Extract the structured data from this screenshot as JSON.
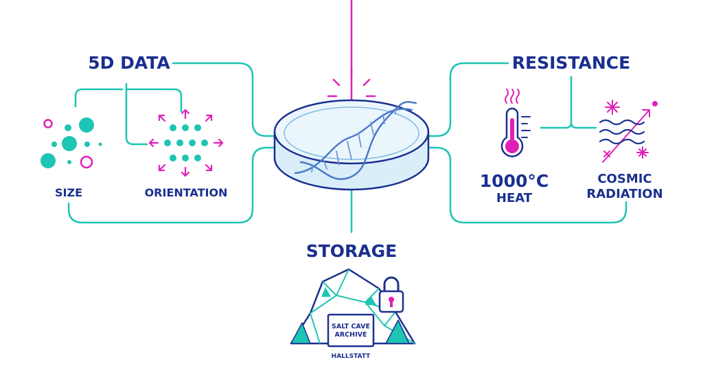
{
  "labels": {
    "data_5d": "5D DATA",
    "size": "SIZE",
    "orientation": "ORIENTATION",
    "resistance": "RESISTANCE",
    "heat_value": "1000°C",
    "heat": "HEAT",
    "cosmic": "COSMIC",
    "radiation": "RADIATION",
    "storage": "STORAGE",
    "archive_line1": "SALT CAVE",
    "archive_line2": "ARCHIVE",
    "hallstatt": "HALLSTATT"
  },
  "colors": {
    "navy": "#1a2f8f",
    "teal": "#1ec4b4",
    "magenta": "#e01fb8",
    "disc_fill": "#e6f4fb"
  },
  "icons": [
    "laser-beam",
    "glass-disc",
    "dna-helix",
    "thermometer",
    "heat-waves",
    "cosmic-ray",
    "salt-cave",
    "padlock"
  ]
}
